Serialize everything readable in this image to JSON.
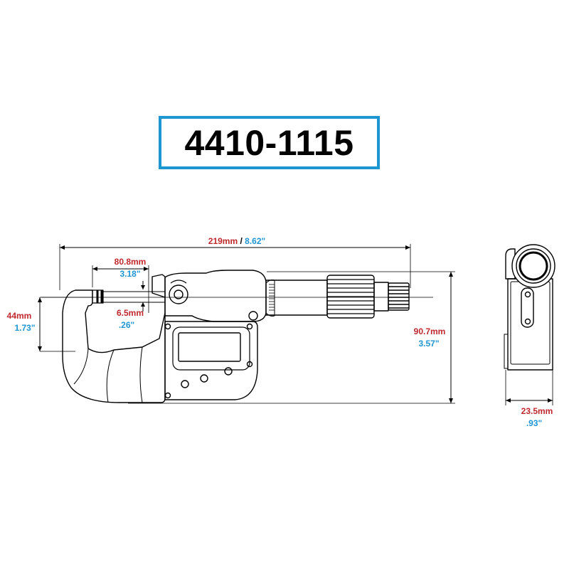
{
  "title": "4410-1115",
  "colors": {
    "metric": "#c0282d",
    "imperial": "#1e96d2",
    "frame": "#1e96d2",
    "line": "#000000"
  },
  "dimensions": {
    "overall_length": {
      "mm": "219mm",
      "sep": " / ",
      "in": "8.62\""
    },
    "spindle_reach": {
      "mm": "80.8mm",
      "in": "3.18\""
    },
    "spindle_dia": {
      "mm": "6.5mm",
      "in": ".26\""
    },
    "throat_depth": {
      "mm": "44mm",
      "in": "1.73\""
    },
    "overall_height": {
      "mm": "90.7mm",
      "in": "3.57\""
    },
    "side_width": {
      "mm": "23.5mm",
      "in": ".93\""
    }
  }
}
